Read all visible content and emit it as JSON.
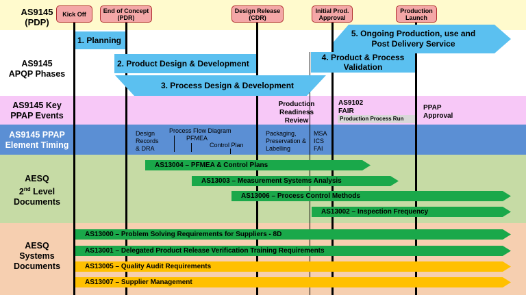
{
  "rows": {
    "pdp": "AS9145\n(PDP)",
    "apqp": "AS9145\nAPQP Phases",
    "ppap_events": "AS9145 Key\nPPAP Events",
    "ppap_timing": "AS9145 PPAP\nElement Timing",
    "aesq_2nd_a": "AESQ\n2",
    "aesq_2nd_sup": "nd",
    "aesq_2nd_b": " Level\nDocuments",
    "aesq_systems": "AESQ\nSystems\nDocuments"
  },
  "milestones": {
    "kickoff": "Kick Off",
    "end_concept": "End of Concept\n(PDR)",
    "design_release": "Design Release\n(CDR)",
    "initial_approval": "Initial Prod.\nApproval",
    "production_launch": "Production\nLaunch"
  },
  "phases": {
    "p1": "1. Planning",
    "p2": "2. Product Design & Development",
    "p3": "3. Process Design & Development",
    "p4": "4. Product & Process\nValidation",
    "p5": "5. Ongoing Production, use and\nPost Delivery Service"
  },
  "events": {
    "readiness": "Production\nReadiness\nReview",
    "fair": "AS9102\nFAIR",
    "process_run": "Production Process Run",
    "ppap_approval": "PPAP\nApproval"
  },
  "timing": {
    "design_records": "Design\nRecords\n& DRA",
    "process_flow": "Process Flow Diagram",
    "pfmea": "PFMEA",
    "control_plan": "Control Plan",
    "packaging": "Packaging,\nPreservation &\nLabelling",
    "msa": "MSA\nICS\nFAI"
  },
  "docs": {
    "as13004": "AS13004 – PFMEA & Control Plans",
    "as13003": "AS13003 – Measurement Systems Analysis",
    "as13006": "AS13006 – Process Control Methods",
    "as13002": "AS13002 – Inspection Frequency",
    "as13000": "AS13000 – Problem Solving Requirements for Suppliers - 8D",
    "as13001": "AS13001 – Delegated Product Release Verification Training Requirements",
    "as13005": "AS13005 – Quality Audit Requirements",
    "as13007": "AS13007 – Supplier Management"
  },
  "colors": {
    "pdp_band": "#fffacd",
    "ppap_band": "#f7c8f7",
    "timing_band": "#5b8fd4",
    "aesq2_band": "#c6dba5",
    "systems_band": "#f6cfb0",
    "phase_arrow": "#5bc0f0",
    "doc_green": "#1aa84a",
    "doc_yellow": "#ffc000"
  }
}
